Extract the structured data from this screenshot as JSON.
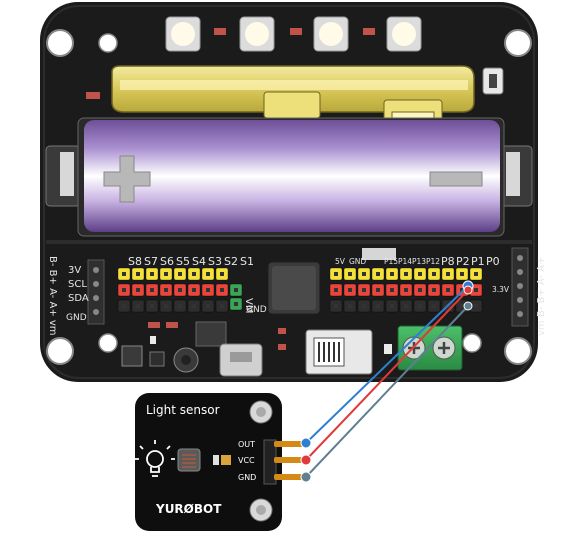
{
  "board": {
    "pin_labels_top": [
      "S8",
      "S7",
      "S6",
      "S5",
      "S4",
      "S3",
      "S2",
      "S1"
    ],
    "pin_labels_top_right": [
      "5V",
      "GND"
    ],
    "pin_labels_p": [
      "P15",
      "P14",
      "P13",
      "P12"
    ],
    "pin_labels_p_big": [
      "P8",
      "P2",
      "P1",
      "P0"
    ],
    "pin_vm": "VM",
    "pin_gnd": "GND",
    "pin_33v": "3.3V",
    "left_labels": [
      "3V",
      "SCL",
      "SDA",
      "GND"
    ],
    "left_vertical": "B- B+ A- A+ vm",
    "right_vertical": "vm B- B+ A- A+"
  },
  "module": {
    "title": "Light sensor",
    "pins": [
      "OUT",
      "VCC",
      "GND"
    ],
    "brand": "YURØBOT"
  },
  "wires": [
    {
      "name": "signal",
      "color": "#2f7fd0"
    },
    {
      "name": "power",
      "color": "#e03a3a"
    },
    {
      "name": "ground",
      "color": "#5f7f93"
    }
  ],
  "colors": {
    "board": "#1a1a1a",
    "battery": "#8b6bb0",
    "yellow_header": "#f4e23a",
    "red_header": "#e8453c",
    "terminal": "#3aa655"
  }
}
